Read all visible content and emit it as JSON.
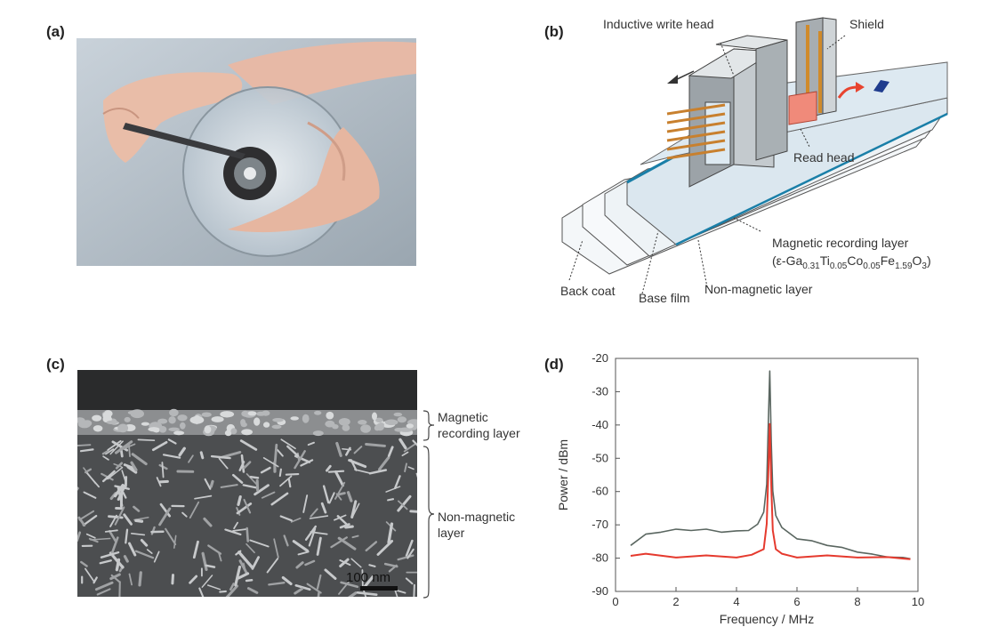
{
  "panels": {
    "a": {
      "label": "(a)"
    },
    "b": {
      "label": "(b)",
      "labels": {
        "write_head": "Inductive write head",
        "shield": "Shield",
        "read_head": "Read head",
        "mag_layer": "Magnetic recording layer",
        "formula": "(ε-Ga0.31Ti0.05Co0.05Fe1.59O3)",
        "back_coat": "Back coat",
        "base_film": "Base film",
        "nonmag_layer": "Non-magnetic layer"
      }
    },
    "c": {
      "label": "(c)",
      "mag_line1": "Magnetic",
      "mag_line2": "recording layer",
      "nonmag_line1": "Non-magnetic",
      "nonmag_line2": "layer",
      "scale_bar": "100 nm"
    },
    "d": {
      "label": "(d)"
    }
  },
  "chart_data": {
    "type": "line",
    "xlabel": "Frequency / MHz",
    "ylabel": "Power / dBm",
    "xlim": [
      0,
      10
    ],
    "ylim": [
      -90,
      -20
    ],
    "xticks": [
      0,
      2,
      4,
      6,
      8,
      10
    ],
    "yticks": [
      -20,
      -30,
      -40,
      -50,
      -60,
      -70,
      -80,
      -90
    ],
    "grid": false,
    "series": [
      {
        "color": "#5a6660",
        "x": [
          0.5,
          1.0,
          1.5,
          2.0,
          2.5,
          3.0,
          3.5,
          4.0,
          4.4,
          4.7,
          4.9,
          5.0,
          5.05,
          5.1,
          5.15,
          5.2,
          5.3,
          5.5,
          6.0,
          6.5,
          7.0,
          7.5,
          8.0,
          8.5,
          9.0,
          9.5,
          9.75
        ],
        "y": [
          -76,
          -73,
          -72,
          -71.5,
          -71.5,
          -71.5,
          -72,
          -72,
          -71.5,
          -70,
          -66,
          -58,
          -40,
          -24,
          -45,
          -60,
          -67,
          -71,
          -74,
          -75,
          -76,
          -77,
          -78,
          -79,
          -79.5,
          -80,
          -80
        ]
      },
      {
        "color": "#e53a2e",
        "x": [
          0.5,
          1.0,
          2.0,
          3.0,
          4.0,
          4.5,
          4.9,
          5.0,
          5.05,
          5.1,
          5.15,
          5.2,
          5.3,
          5.5,
          6.0,
          7.0,
          8.0,
          9.0,
          9.75
        ],
        "y": [
          -79,
          -79,
          -79.5,
          -79.5,
          -79.5,
          -79.3,
          -77,
          -70,
          -55,
          -40,
          -58,
          -72,
          -77,
          -79,
          -79.5,
          -79.5,
          -79.5,
          -80,
          -80
        ]
      }
    ]
  },
  "colors": {
    "tape": "#dbe7ef",
    "mag_layer": "#1a7fa8",
    "coil": "#c8802e",
    "read_head": "#f08a7a"
  }
}
